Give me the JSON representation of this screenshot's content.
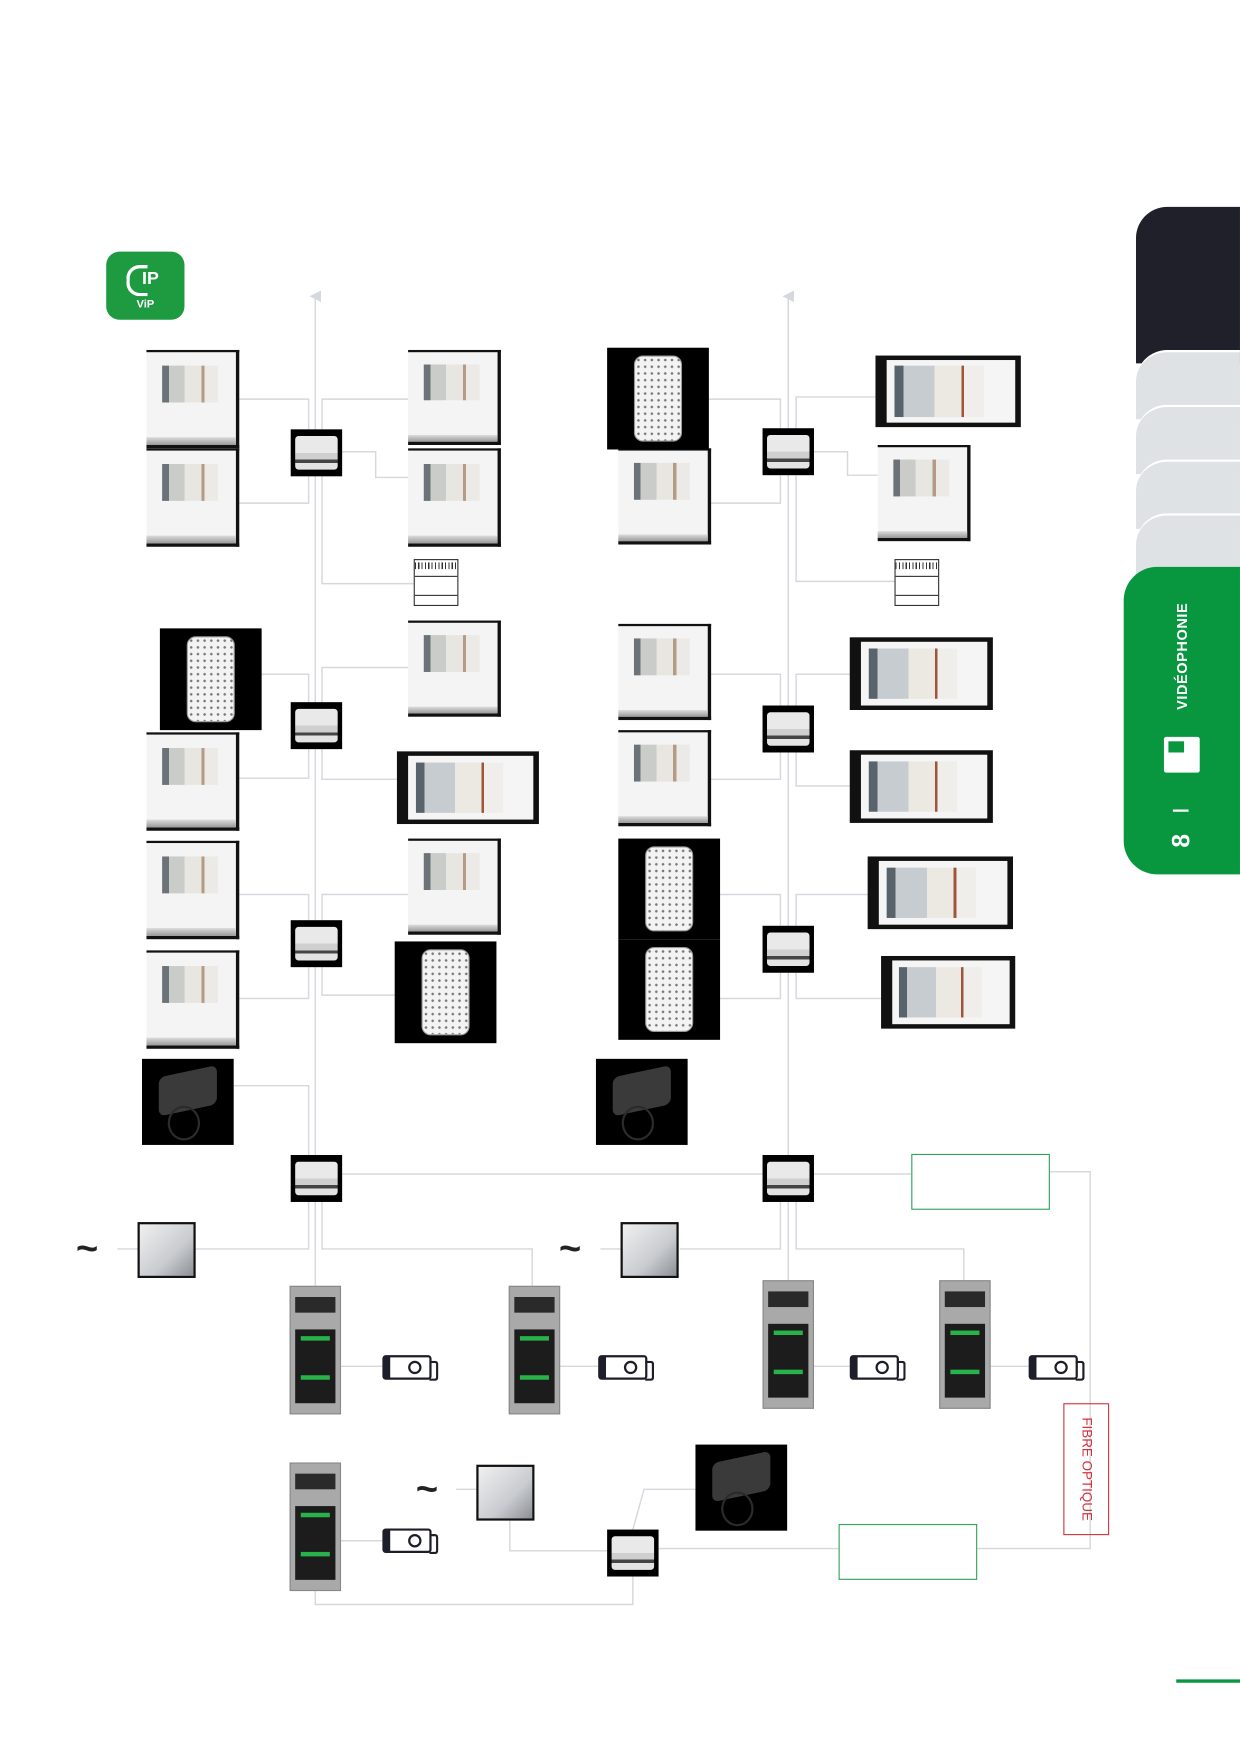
{
  "logo": {
    "symbol": "IP",
    "label": "ViP"
  },
  "side_tab": {
    "label": "VIDÉOPHONIE",
    "chapter": "8"
  },
  "diagram": {
    "fiber_label": "FIBRE OPTIQUE",
    "power_symbol": "~",
    "colors": {
      "wire": "#d5d8dc",
      "accent_green": "#08963f",
      "fiber_red": "#d0343f",
      "tab_dark": "#1f202a"
    }
  }
}
